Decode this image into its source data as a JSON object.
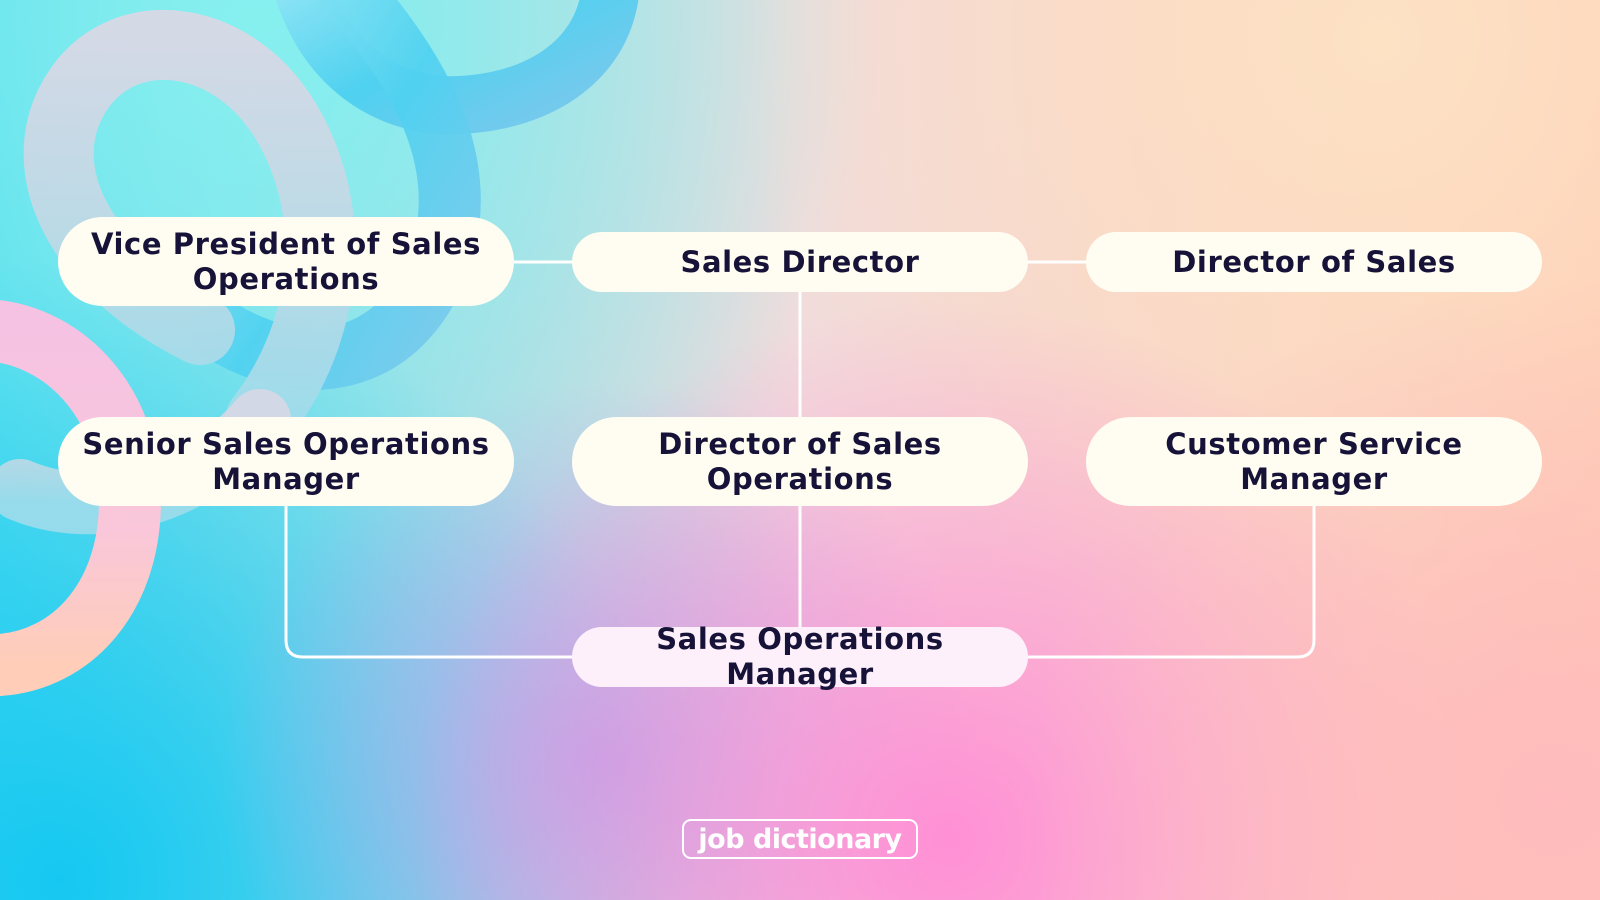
{
  "diagram": {
    "nodes": [
      {
        "id": "vp",
        "label_lines": [
          "Vice President of Sales",
          "Operations"
        ]
      },
      {
        "id": "sd",
        "label_lines": [
          "Sales Director"
        ]
      },
      {
        "id": "dos",
        "label_lines": [
          "Director of Sales"
        ]
      },
      {
        "id": "ssom",
        "label_lines": [
          "Senior Sales Operations",
          "Manager"
        ]
      },
      {
        "id": "dso",
        "label_lines": [
          "Director of Sales",
          "Operations"
        ]
      },
      {
        "id": "csm",
        "label_lines": [
          "Customer Service",
          "Manager"
        ]
      },
      {
        "id": "som",
        "label_lines": [
          "Sales Operations Manager"
        ]
      }
    ],
    "edges": [
      {
        "from": "vp",
        "to": "sd"
      },
      {
        "from": "sd",
        "to": "dos"
      },
      {
        "from": "sd",
        "to": "dso"
      },
      {
        "from": "dso",
        "to": "som"
      },
      {
        "from": "ssom",
        "to": "som"
      },
      {
        "from": "csm",
        "to": "som"
      }
    ]
  },
  "logo": {
    "text": "job dictionary"
  },
  "colors": {
    "node_fill": "#fffdf1",
    "highlight_node_fill": "#fdf0fb",
    "node_text": "#161238",
    "connector": "#ffffff",
    "bg_top_left": "#86f0ef",
    "bg_bottom_left": "#1ccaf1",
    "bg_top_right": "#fde2c4",
    "bg_bottom_center": "#ff97d6",
    "bg_bottom_right": "#ffbcbe"
  }
}
